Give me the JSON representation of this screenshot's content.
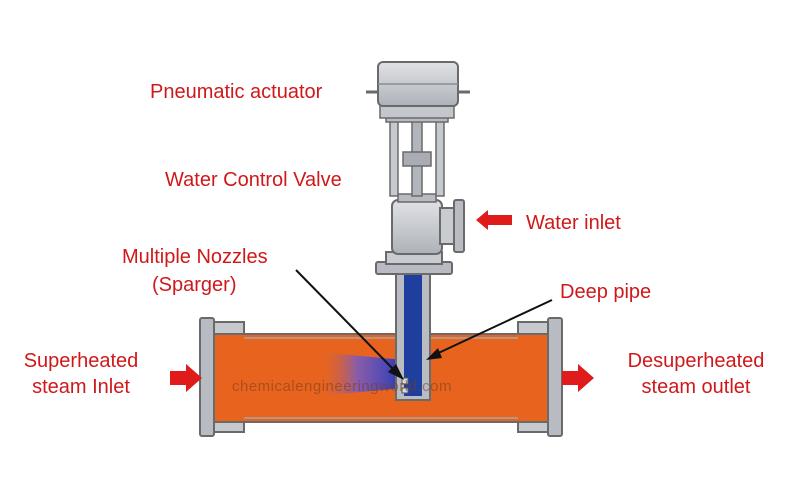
{
  "labels": {
    "pneumatic_actuator": "Pneumatic actuator",
    "water_control_valve": "Water Control Valve",
    "water_inlet": "Water inlet",
    "multiple_nozzles": "Multiple Nozzles",
    "sparger": "(Sparger)",
    "deep_pipe": "Deep pipe",
    "superheated_line1": "Superheated",
    "superheated_line2": "steam Inlet",
    "desuperheated_line1": "Desuperheated",
    "desuperheated_line2": "steam outlet"
  },
  "watermark": "chemicalengineeringworld.com",
  "colors": {
    "label_red": "#d0181b",
    "pipe_orange": "#e8641e",
    "pipe_outline": "#6a6a6a",
    "deep_pipe_blue": "#1f3f9e",
    "valve_gray": "#c4c7cc",
    "arrow_red": "#e01b1b"
  }
}
